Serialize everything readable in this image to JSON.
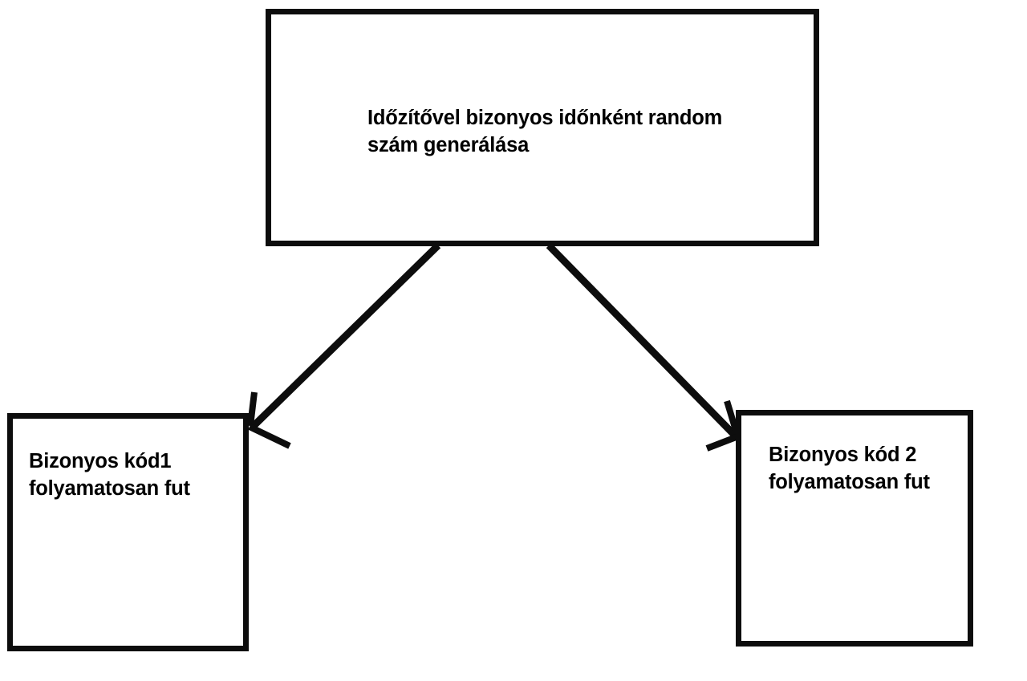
{
  "diagram": {
    "type": "flowchart",
    "language": "hu",
    "background_color": "#ffffff",
    "stroke_color": "#0d0d0d",
    "text_color": "#000000",
    "nodes": [
      {
        "id": "timer",
        "label": "Időzítővel bizonyos időnként random szám generálása",
        "lines": [
          "Időzítővel bizonyos időnként",
          "random szám generálása"
        ],
        "shape": "rectangle",
        "position": "top-center"
      },
      {
        "id": "code1",
        "label": "Bizonyos kód1 folyamatosan fut",
        "lines": [
          "Bizonyos kód1",
          "folyamatosan",
          "fut"
        ],
        "shape": "rectangle",
        "position": "bottom-left"
      },
      {
        "id": "code2",
        "label": "Bizonyos kód 2 folyamatosan fut",
        "lines": [
          "Bizonyos kód",
          "2 folyamatosa",
          "n fut"
        ],
        "shape": "rectangle",
        "position": "bottom-right"
      }
    ],
    "edges": [
      {
        "id": "timer-to-code1",
        "from": "timer",
        "to": "code1",
        "label": "",
        "arrowhead": "open-v",
        "direction": "down-left"
      },
      {
        "id": "timer-to-code2",
        "from": "timer",
        "to": "code2",
        "label": "",
        "arrowhead": "open-v",
        "direction": "down-right"
      }
    ]
  }
}
